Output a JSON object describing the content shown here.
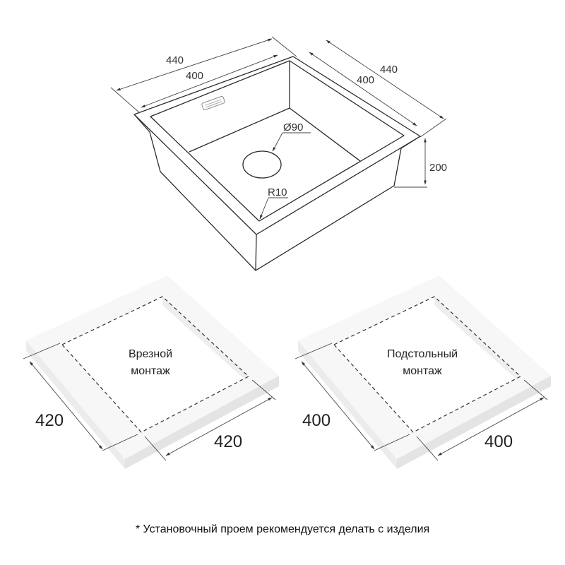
{
  "sink": {
    "width_outer": "440",
    "width_inner": "400",
    "depth_outer": "440",
    "depth_inner": "400",
    "height": "200",
    "drain": "Ø90",
    "radius": "R10"
  },
  "cutouts": [
    {
      "label_line1": "Врезной",
      "label_line2": "монтаж",
      "dim_left": "420",
      "dim_right": "420"
    },
    {
      "label_line1": "Подстольный",
      "label_line2": "монтаж",
      "dim_left": "400",
      "dim_right": "400"
    }
  ],
  "footnote": "* Установочный проем рекомендуется делать с изделия"
}
